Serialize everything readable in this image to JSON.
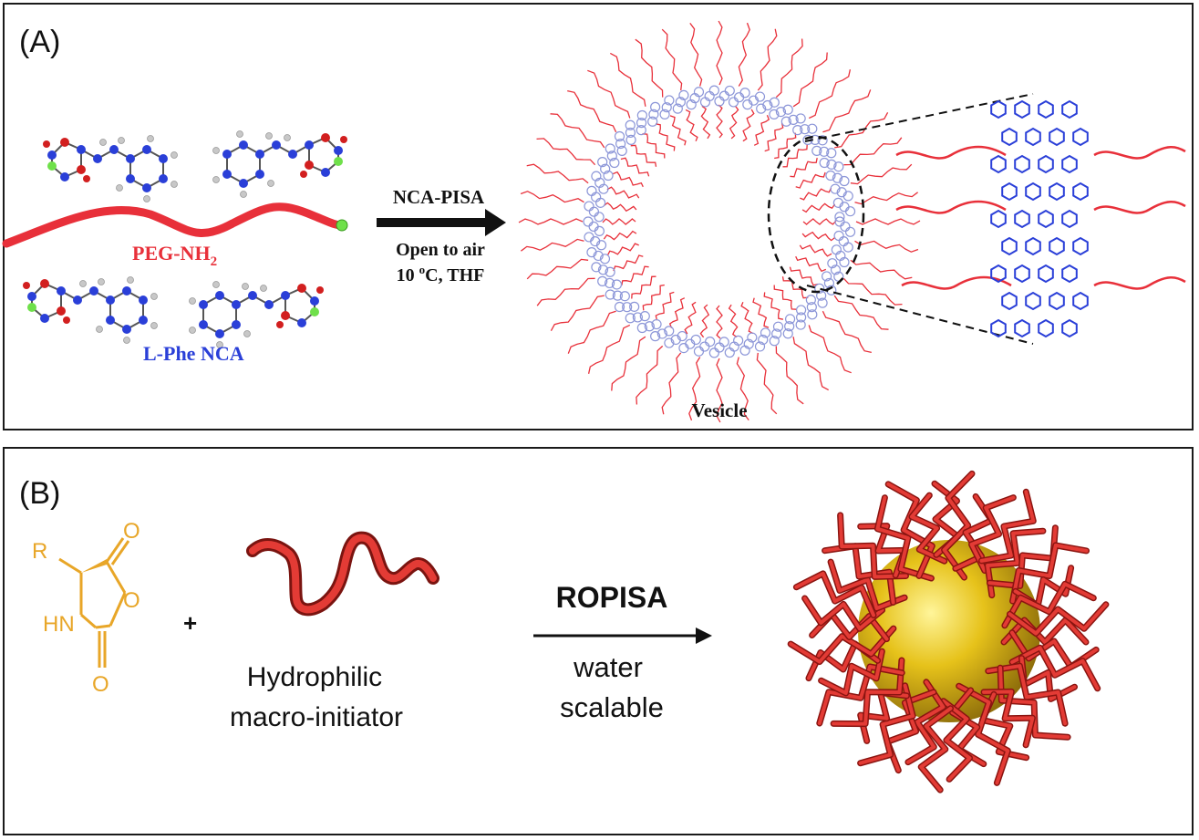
{
  "panel_a": {
    "label": "(A)",
    "peg_label": "PEG-NH",
    "peg_subscript": "2",
    "monomer_label": "L-Phe NCA",
    "arrow_top": "NCA-PISA",
    "arrow_bottom_1": "Open to air",
    "arrow_bottom_2_pre": "10 ",
    "arrow_bottom_2_sup": "o",
    "arrow_bottom_2_post": "C, THF",
    "vesicle_label": "Vesicle"
  },
  "panel_b": {
    "label": "(B)",
    "r_group": "R",
    "hn": "HN",
    "o_top": "O",
    "o_ring": "O",
    "o_bottom": "O",
    "plus": "+",
    "initiator_line1": "Hydrophilic",
    "initiator_line2": "macro-initiator",
    "arrow_top": "ROPISA",
    "arrow_bottom_1": "water",
    "arrow_bottom_2": "scalable"
  },
  "colors": {
    "peg_red": "#e8303a",
    "phe_blue": "#2a3fd8",
    "core_blue": "#8c96d8",
    "nca_gold": "#e8a628",
    "sphere_yellow": "#e6c21a"
  }
}
